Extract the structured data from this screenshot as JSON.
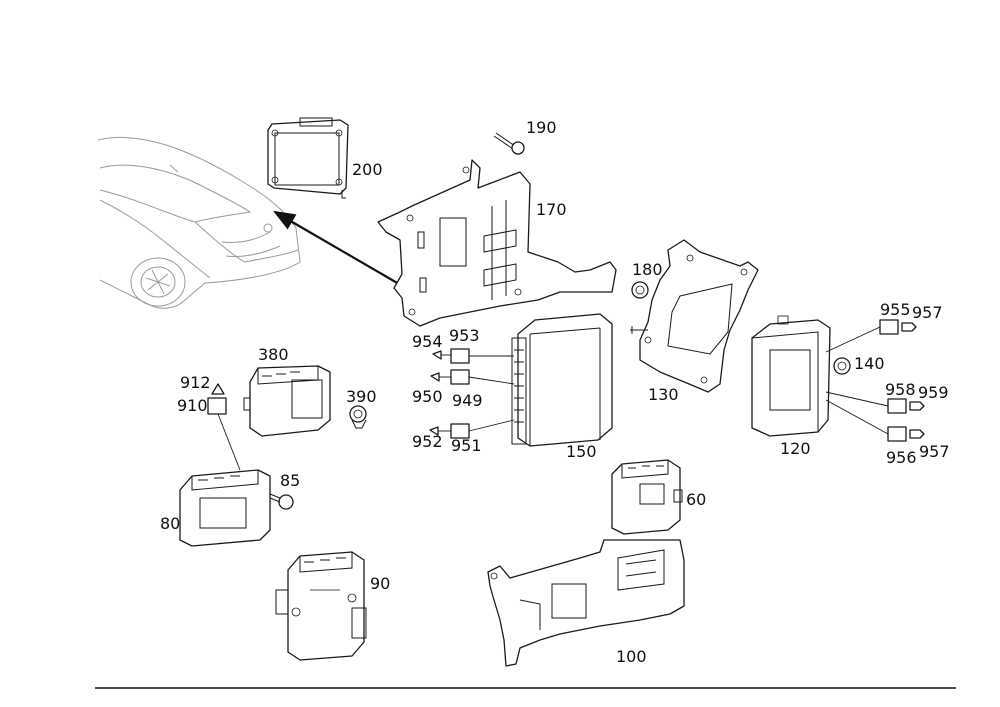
{
  "diagram": {
    "labels": {
      "p190": "190",
      "p200": "200",
      "p170": "170",
      "p180": "180",
      "p955": "955",
      "p957a": "957",
      "p954": "954",
      "p953": "953",
      "p380": "380",
      "p140": "140",
      "p912": "912",
      "p390": "390",
      "p910": "910",
      "p950": "950",
      "p949": "949",
      "p958": "958",
      "p959": "959",
      "p130": "130",
      "p952": "952",
      "p951": "951",
      "p150": "150",
      "p120": "120",
      "p956": "956",
      "p957b": "957",
      "p85": "85",
      "p60": "60",
      "p80": "80",
      "p90": "90",
      "p100": "100"
    }
  }
}
